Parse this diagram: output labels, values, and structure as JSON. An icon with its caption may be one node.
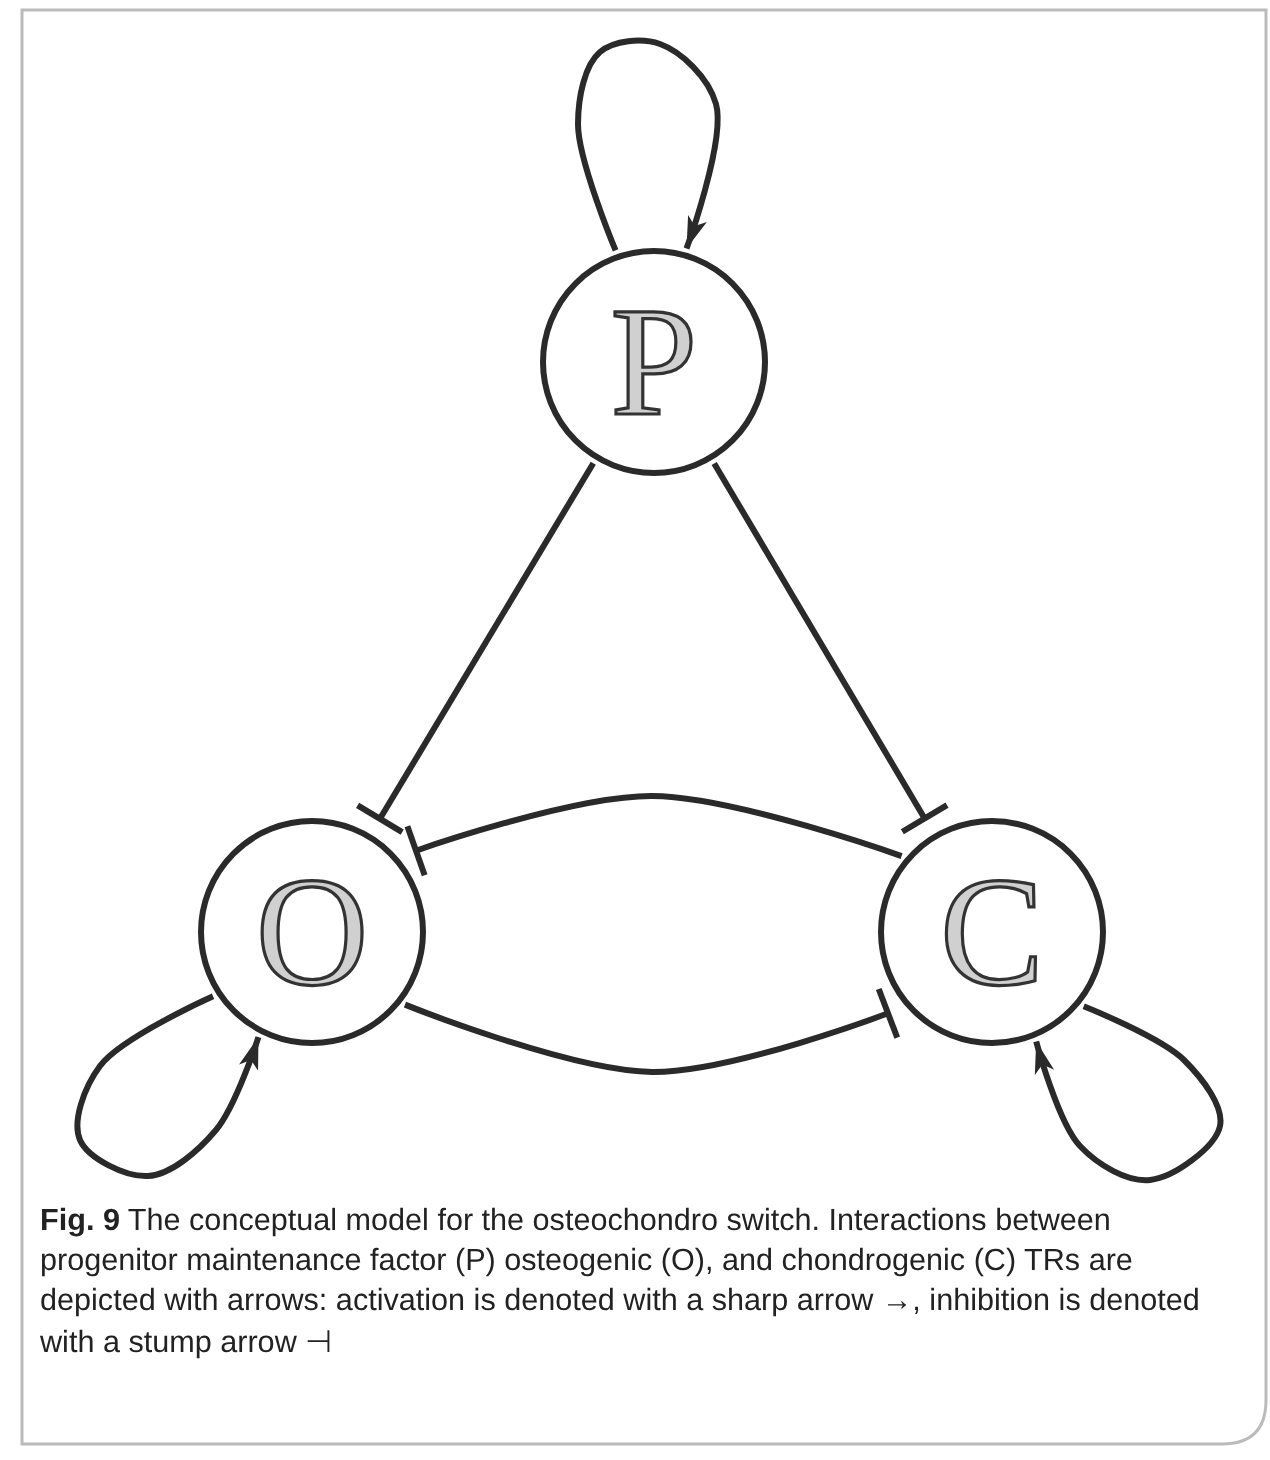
{
  "diagram": {
    "caption": "**Fig. 9** The conceptual model for the osteochondro switch. Interactions between progenitor maintenance factor (P) osteogenic (O), and chondrogenic (C) TRs are depicted with arrows: activation is denoted with a sharp arrow →, inhibition is denoted with a stump arrow ⊣",
    "nodes": [
      {
        "text": [
          "P"
        ]
      },
      {
        "text": [
          "O"
        ]
      },
      {
        "text": [
          "C"
        ]
      }
    ],
    "edges": [
      {
        "from": 0,
        "to": 0,
        "arrow": "to"
      },
      {
        "from": 0,
        "to": 1,
        "arrow": "other"
      },
      {
        "from": 0,
        "to": 2,
        "arrow": "other"
      },
      {
        "from": 2,
        "to": 1,
        "arrow": "other"
      },
      {
        "from": 1,
        "to": 2,
        "arrow": "other"
      },
      {
        "from": 1,
        "to": 1,
        "arrow": "to"
      },
      {
        "from": 2,
        "to": 2,
        "arrow": "to"
      }
    ]
  }
}
